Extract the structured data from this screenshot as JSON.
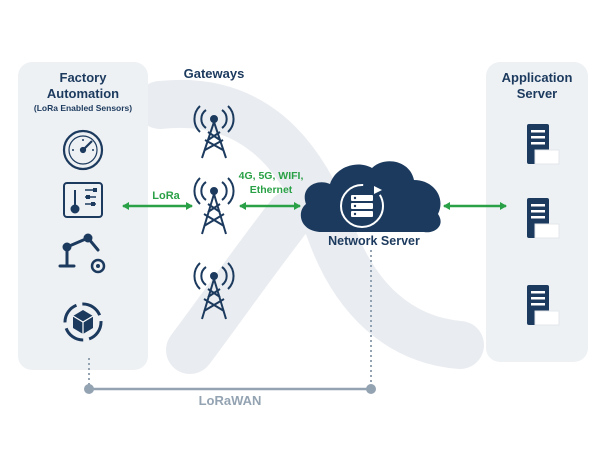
{
  "left_panel": {
    "title_line1": "Factory",
    "title_line2": "Automation",
    "subtitle": "(LoRa Enabled Sensors)",
    "icons": [
      "gauge-icon",
      "thermostat-icon",
      "robot-arm-icon",
      "logistics-cycle-icon"
    ]
  },
  "gateways": {
    "title": "Gateways",
    "icons": [
      "tower-icon",
      "tower-icon",
      "tower-icon"
    ]
  },
  "links": {
    "lora": "LoRa",
    "backhaul_line1": "4G, 5G, WIFI,",
    "backhaul_line2": "Ethernet",
    "lorawan": "LoRaWAN"
  },
  "network_server": {
    "label": "Network Server",
    "icon": "cloud-server-icon"
  },
  "right_panel": {
    "title_line1": "Application",
    "title_line2": "Server",
    "icons": [
      "server-rack-icon",
      "server-rack-icon",
      "server-rack-icon"
    ]
  },
  "colors": {
    "navy": "#1c3a5e",
    "green": "#2aa146",
    "panel": "#eef1f4",
    "watermark": "#e7eaee",
    "connector": "#94a3b2"
  }
}
